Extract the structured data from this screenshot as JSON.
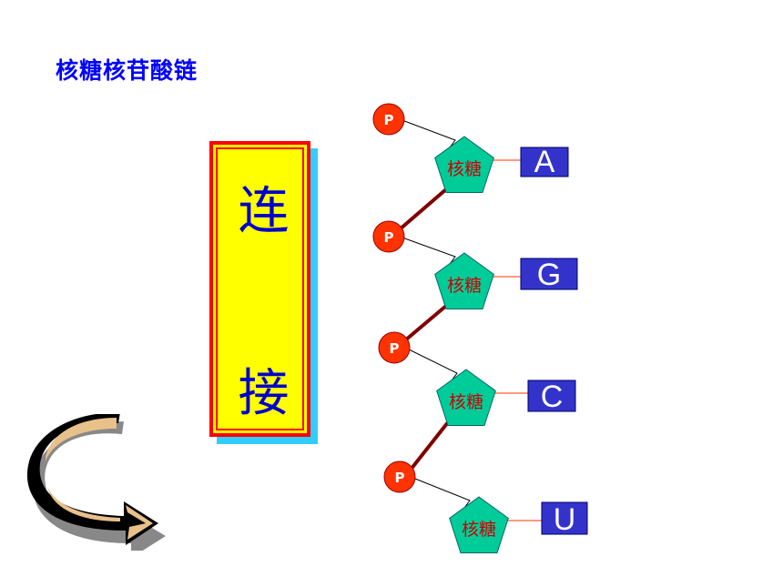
{
  "title": "核糖核苷酸链",
  "connect_label": {
    "char1": "连",
    "char2": "接"
  },
  "chain": {
    "phosphate_label": "P",
    "sugar_label": "核糖",
    "bases": [
      "A",
      "G",
      "C",
      "U"
    ]
  },
  "colors": {
    "title": "#0000ff",
    "phosphate": "#ff3300",
    "sugar": "#00cc99",
    "base_box": "#3333cc",
    "backbone": "#800000",
    "box_fill": "#ffff00",
    "box_border": "#ff0000",
    "box_shadow": "#33ccff"
  },
  "icons": [
    "curved-return-arrow-icon"
  ]
}
